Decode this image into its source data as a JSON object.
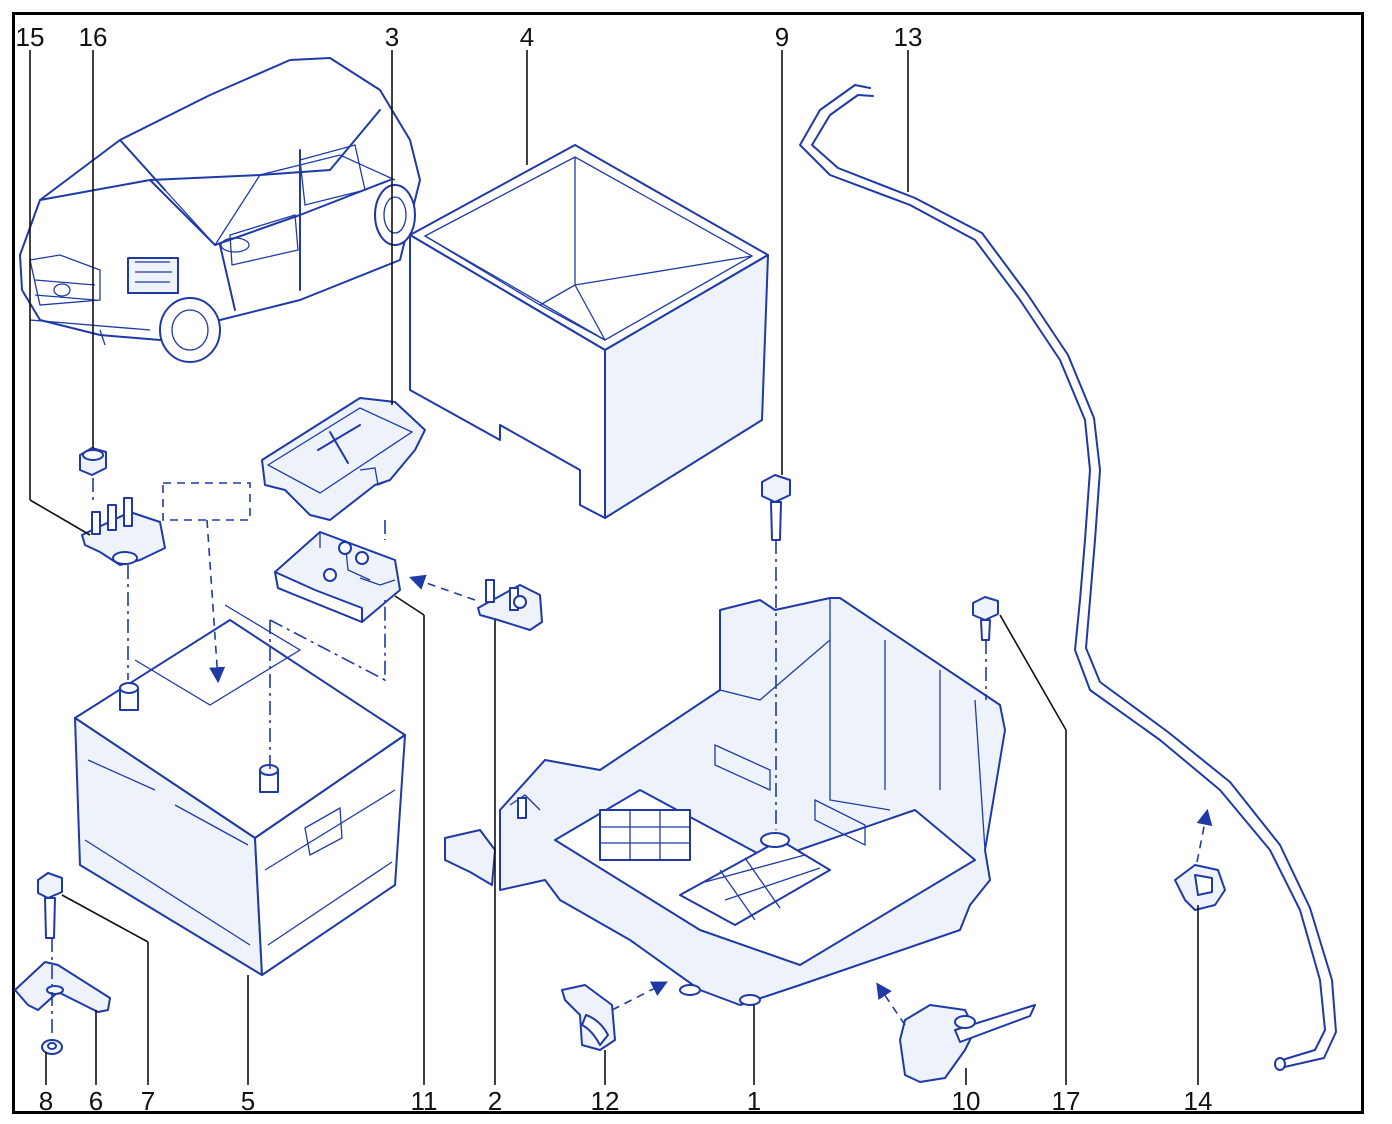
{
  "diagram": {
    "colors": {
      "line": "#1f3aa6",
      "fill": "#eef2fb",
      "label": "#111111",
      "border": "#000000"
    },
    "callouts": [
      {
        "id": "c15",
        "text": "15"
      },
      {
        "id": "c16",
        "text": "16"
      },
      {
        "id": "c3",
        "text": "3"
      },
      {
        "id": "c4",
        "text": "4"
      },
      {
        "id": "c9",
        "text": "9"
      },
      {
        "id": "c13",
        "text": "13"
      },
      {
        "id": "c8",
        "text": "8"
      },
      {
        "id": "c6",
        "text": "6"
      },
      {
        "id": "c7",
        "text": "7"
      },
      {
        "id": "c5",
        "text": "5"
      },
      {
        "id": "c11",
        "text": "11"
      },
      {
        "id": "c2",
        "text": "2"
      },
      {
        "id": "c12",
        "text": "12"
      },
      {
        "id": "c1",
        "text": "1"
      },
      {
        "id": "c10",
        "text": "10"
      },
      {
        "id": "c17",
        "text": "17"
      },
      {
        "id": "c14",
        "text": "14"
      }
    ]
  }
}
